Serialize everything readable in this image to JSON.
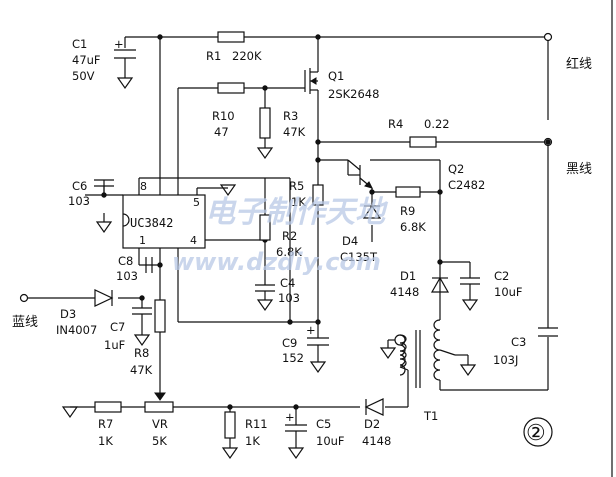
{
  "watermark": {
    "line1": "电子制作天地",
    "line2": "www.dzdiy.com"
  },
  "badge": "②",
  "terminals": {
    "red_wire": "红线",
    "black_wire": "黑线",
    "blue_wire": "蓝线"
  },
  "ic": {
    "name": "UC3842",
    "pins": {
      "p8": "8",
      "p5": "5",
      "p1": "1",
      "p4": "4"
    }
  },
  "components": {
    "C1": {
      "ref": "C1",
      "value": "47uF",
      "rating": "50V"
    },
    "R1": {
      "ref": "R1",
      "value": "220K"
    },
    "Q1": {
      "ref": "Q1",
      "value": "2SK2648"
    },
    "R10": {
      "ref": "R10",
      "value": "47"
    },
    "R3": {
      "ref": "R3",
      "value": "47K"
    },
    "R4": {
      "ref": "R4",
      "value": "0.22"
    },
    "C6": {
      "ref": "C6",
      "value": "103"
    },
    "Q2": {
      "ref": "Q2",
      "value": "C2482"
    },
    "R5": {
      "ref": "R5",
      "value": "1K"
    },
    "R9": {
      "ref": "R9",
      "value": "6.8K"
    },
    "R2": {
      "ref": "R2",
      "value": "6.8K"
    },
    "D4": {
      "ref": "D4",
      "value": "C135T"
    },
    "C8": {
      "ref": "C8",
      "value": "103"
    },
    "C4": {
      "ref": "C4",
      "value": "103"
    },
    "D1": {
      "ref": "D1",
      "value": "4148"
    },
    "C2": {
      "ref": "C2",
      "value": "10uF"
    },
    "D3": {
      "ref": "D3",
      "value": "IN4007"
    },
    "C7": {
      "ref": "C7",
      "value": "1uF"
    },
    "R8": {
      "ref": "R8",
      "value": "47K"
    },
    "C9": {
      "ref": "C9",
      "value": "152"
    },
    "C3": {
      "ref": "C3",
      "value": "103J"
    },
    "R7": {
      "ref": "R7",
      "value": "1K"
    },
    "VR": {
      "ref": "VR",
      "value": "5K"
    },
    "R11": {
      "ref": "R11",
      "value": "1K"
    },
    "C5": {
      "ref": "C5",
      "value": "10uF"
    },
    "D2": {
      "ref": "D2",
      "value": "4148"
    },
    "T1": {
      "ref": "T1"
    }
  }
}
